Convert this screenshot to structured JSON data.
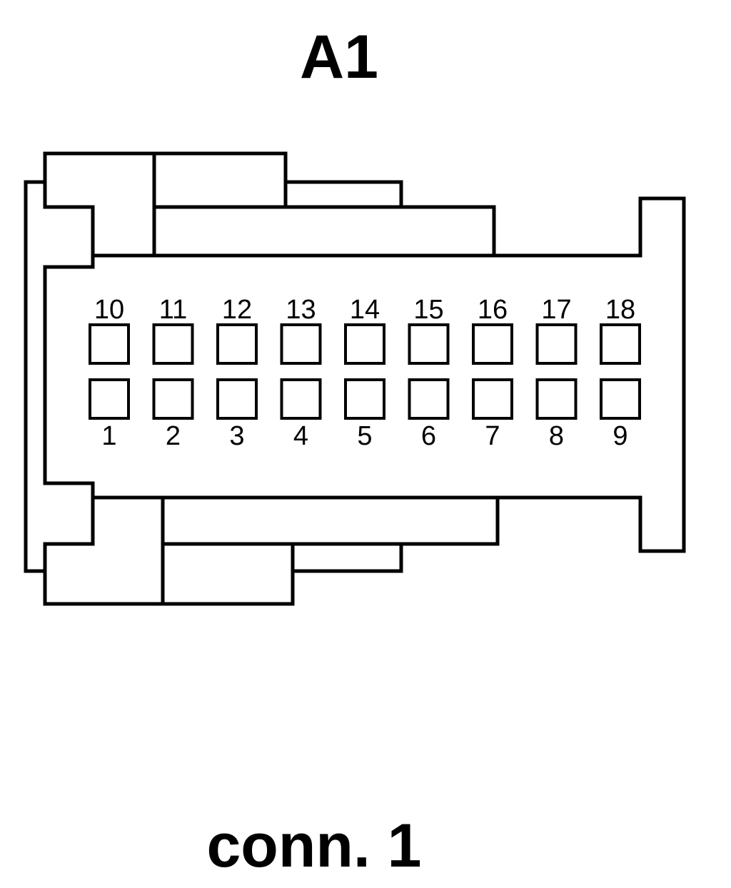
{
  "title": "A1",
  "footer": "conn. 1",
  "connector": {
    "top_row_pins": [
      "10",
      "11",
      "12",
      "13",
      "14",
      "15",
      "16",
      "17",
      "18"
    ],
    "bottom_row_pins": [
      "1",
      "2",
      "3",
      "4",
      "5",
      "6",
      "7",
      "8",
      "9"
    ]
  }
}
